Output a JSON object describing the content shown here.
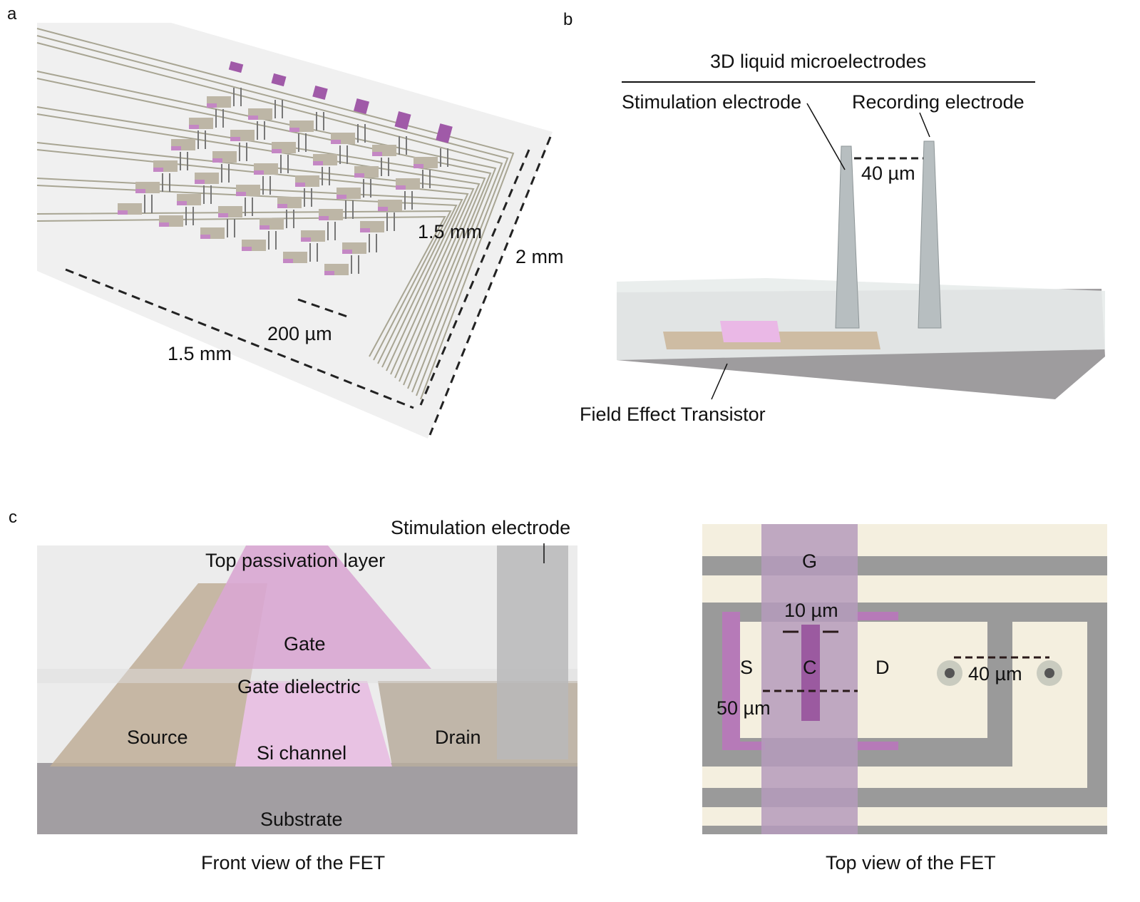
{
  "panel_a": {
    "letter": "a",
    "dim_width": "1.5 mm",
    "dim_inner": "1.5 mm",
    "dim_outer": "2 mm",
    "dim_pitch": "200 µm"
  },
  "panel_b": {
    "letter": "b",
    "group_title": "3D liquid microelectrodes",
    "stim_label": "Stimulation electrode",
    "rec_label": "Recording electrode",
    "spacing": "40 µm",
    "fet_label": "Field Effect Transistor"
  },
  "panel_c": {
    "letter": "c",
    "front": {
      "stim_label": "Stimulation electrode",
      "passivation": "Top passivation layer",
      "gate": "Gate",
      "dielectric": "Gate dielectric",
      "source": "Source",
      "channel": "Si channel",
      "drain": "Drain",
      "substrate": "Substrate",
      "caption": "Front view of the FET"
    },
    "top": {
      "g": "G",
      "s": "S",
      "c": "C",
      "d": "D",
      "channel_width": "10 µm",
      "gate_width": "50 µm",
      "electrode_spacing": "40 µm",
      "caption": "Top view of the FET"
    }
  },
  "colors": {
    "magenta": "#a05aa8",
    "gate_pink": "#e3b6dc",
    "trace_gray": "#9a9a9a",
    "cream": "#f4efdf",
    "substrate": "#a19ea1",
    "gold": "#c8b18e"
  }
}
